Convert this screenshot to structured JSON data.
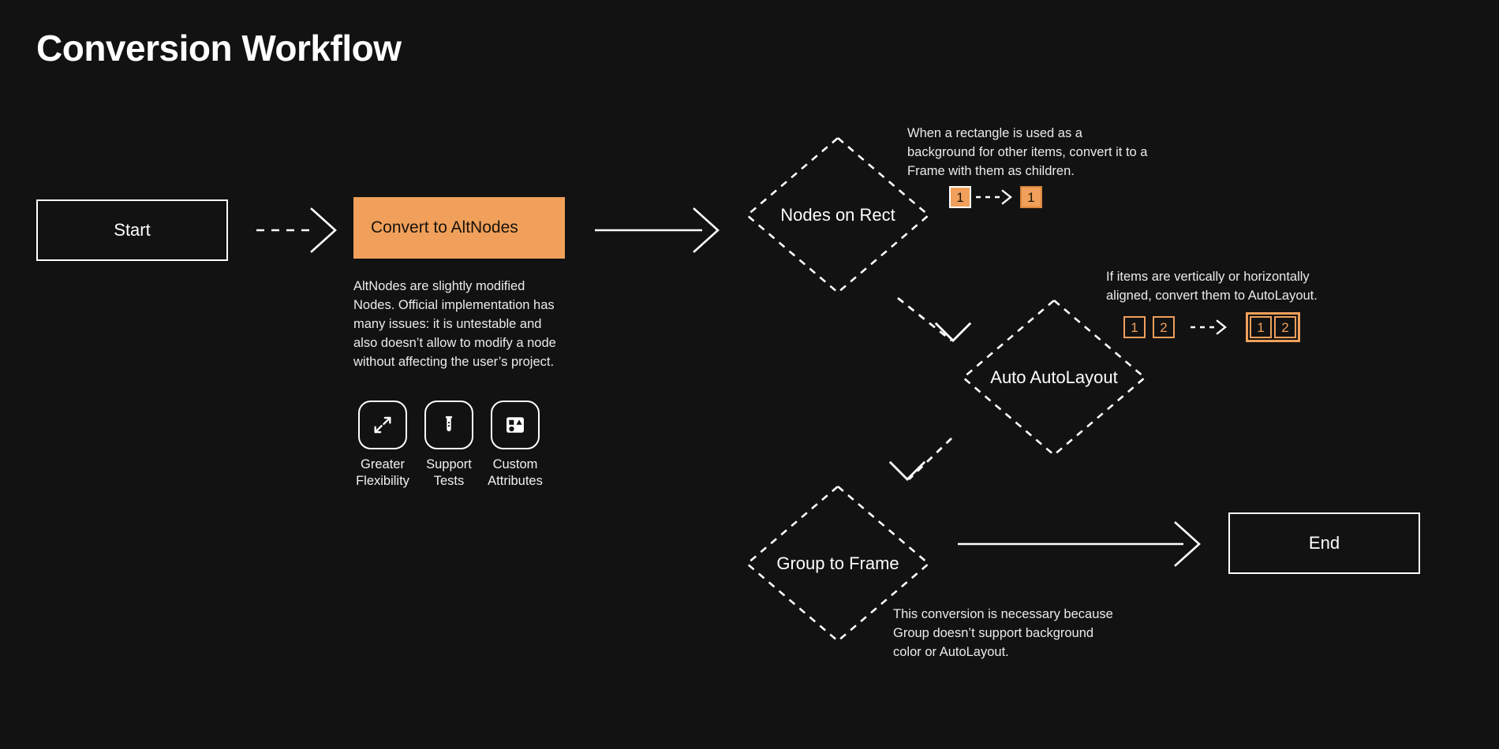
{
  "page": {
    "title": "Conversion Workflow",
    "background": "#121212",
    "accent": "#f0a05a",
    "stroke": "#ffffff"
  },
  "nodes": {
    "start": {
      "label": "Start",
      "shape": "rect"
    },
    "convert": {
      "label": "Convert to AltNodes",
      "shape": "rect-filled"
    },
    "nodes_on_rect": {
      "label": "Nodes on Rect",
      "shape": "diamond"
    },
    "auto_autolayout": {
      "label": "Auto AutoLayout",
      "shape": "diamond"
    },
    "group_to_frame": {
      "label": "Group to Frame",
      "shape": "diamond"
    },
    "end": {
      "label": "End",
      "shape": "rect"
    }
  },
  "notes": {
    "altnodes": "AltNodes are slightly modified Nodes. Official implementation has many issues: it is untestable and also doesn’t allow to modify a node without affecting the user’s project.",
    "nodes_on_rect": "When a rectangle is used as a background for other items, convert it to a Frame with them as children.",
    "auto_autolayout": "If items are vertically or horizontally aligned, convert them to AutoLayout.",
    "group_to_frame": "This conversion is necessary because Group doesn’t support background color or AutoLayout."
  },
  "features": [
    {
      "icon": "expand-arrows-icon",
      "label": "Greater\nFlexibility"
    },
    {
      "icon": "test-tube-icon",
      "label": "Support\nTests"
    },
    {
      "icon": "shapes-attributes-icon",
      "label": "Custom\nAttributes"
    }
  ],
  "illustrations": {
    "rect_to_frame": {
      "before": [
        "1"
      ],
      "after": [
        "1"
      ],
      "after_framed": false
    },
    "items_to_autolayout": {
      "before": [
        "1",
        "2"
      ],
      "after": [
        "1",
        "2"
      ],
      "after_framed": true
    }
  },
  "edges": [
    {
      "from": "start",
      "to": "convert",
      "style": "dashed"
    },
    {
      "from": "convert",
      "to": "nodes_on_rect",
      "style": "solid"
    },
    {
      "from": "nodes_on_rect",
      "to": "auto_autolayout",
      "style": "dashed"
    },
    {
      "from": "auto_autolayout",
      "to": "group_to_frame",
      "style": "dashed"
    },
    {
      "from": "group_to_frame",
      "to": "end",
      "style": "solid"
    }
  ]
}
